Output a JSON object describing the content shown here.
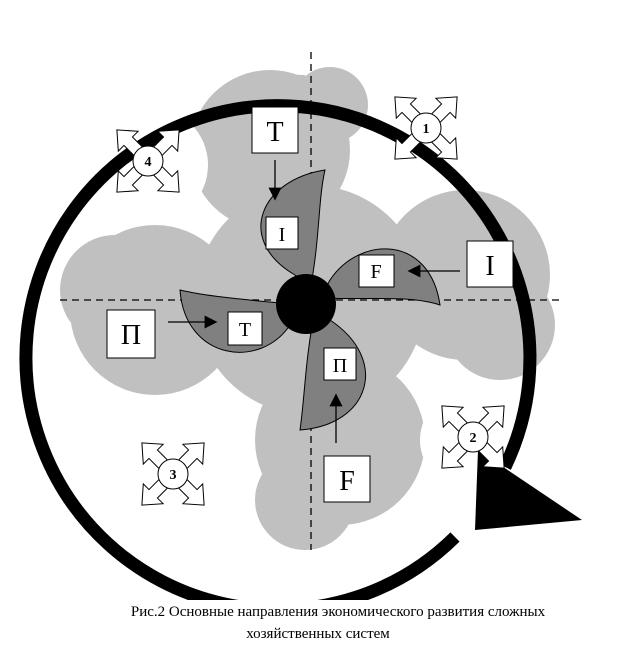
{
  "figure": {
    "caption_line1": "Рис.2 Основные направления экономического развития сложных",
    "caption_line2": "хозяйственных систем",
    "outer_labels": {
      "top": "T",
      "right": "I",
      "bottom": "F",
      "left": "П"
    },
    "inner_labels": {
      "top_blade": "I",
      "right_blade": "F",
      "bottom_blade": "П",
      "left_blade": "T"
    },
    "direction_markers": [
      "1",
      "2",
      "3",
      "4"
    ],
    "colors": {
      "light_lobe": "#c0c0c0",
      "dark_blade": "#808080",
      "ring": "#000000"
    }
  }
}
